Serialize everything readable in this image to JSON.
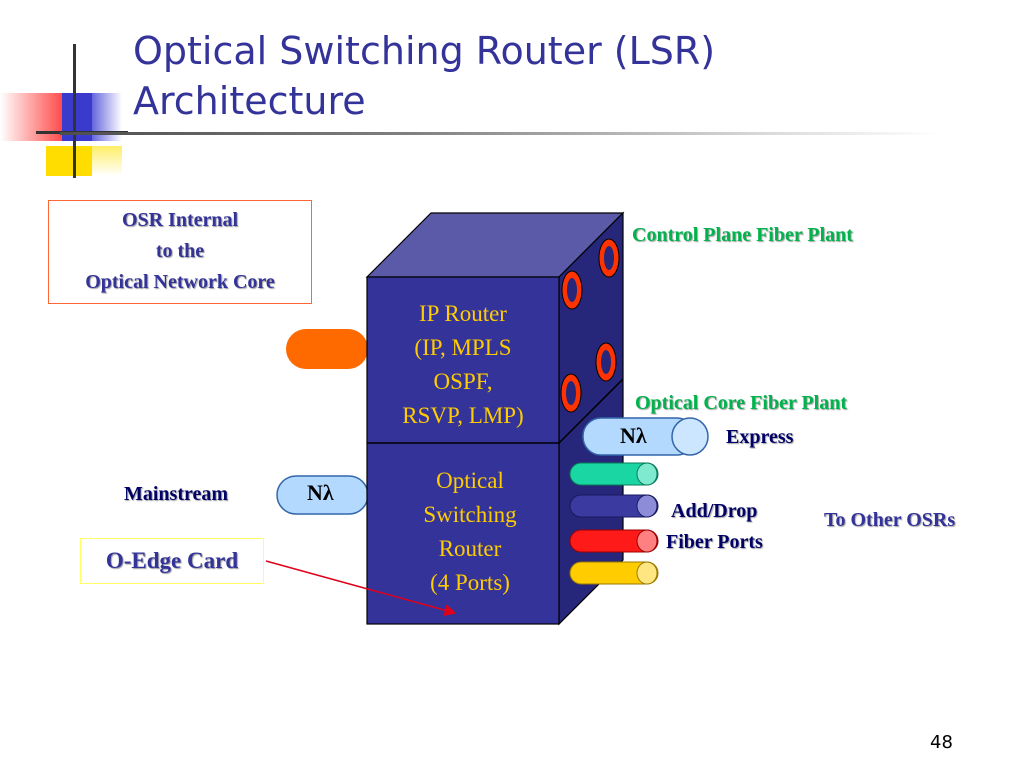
{
  "slide": {
    "title_lines": [
      "Optical Switching Router (LSR)",
      "Architecture"
    ],
    "page_number": "48"
  },
  "callouts": {
    "osr_internal_lines": [
      "OSR Internal",
      "to the",
      "Optical Network Core"
    ],
    "o_edge_card": "O-Edge Card"
  },
  "router": {
    "ip_router_lines": [
      "IP Router",
      "(IP, MPLS",
      "OSPF,",
      "RSVP, LMP)"
    ],
    "optical_switching_lines": [
      "Optical",
      "Switching",
      "Router",
      "(4 Ports)"
    ]
  },
  "labels": {
    "control_plane": "Control Plane Fiber Plant",
    "optical_core": "Optical Core Fiber Plant",
    "express": "Express",
    "mainstream": "Mainstream",
    "add_drop_line1": "Add/Drop",
    "add_drop_line2": "Fiber Ports",
    "to_other_osrs": "To Other OSRs",
    "n_lambda_express": "Nλ",
    "n_lambda_mainstream": "Nλ"
  },
  "colors": {
    "title": "#333399",
    "router_front": "#333399",
    "router_top": "#5a5aa8",
    "router_side": "#26267a",
    "router_text": "#ffcc00",
    "control_plane_text": "#00b34c",
    "fiber_port_teal": "#1ad6a3",
    "fiber_port_navy": "#3a3aa0",
    "fiber_port_red": "#ff1a1a",
    "fiber_port_yellow": "#ffcc00",
    "orange_connector": "#ff6a00",
    "light_blue_connector": "#b3d9ff",
    "o_ring": "#ff3300"
  }
}
